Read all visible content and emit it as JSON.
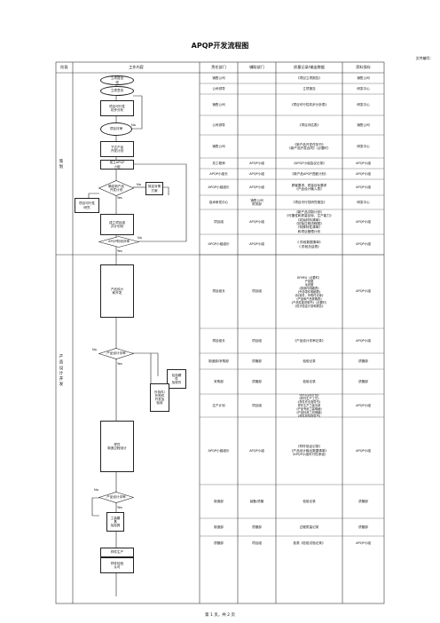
{
  "doc": {
    "title": "APQP开发流程图",
    "doc_no": "文件编号:",
    "footer": "第 1 页，共 2 页"
  },
  "columns": [
    "阶段",
    "工作内容",
    "责任部门",
    "辅助部门",
    "质量记录/输出数据",
    "资料保存"
  ],
  "stages": [
    "策划",
    "产品设计开发"
  ],
  "flow": {
    "n1": "立项提出\n或",
    "n2": "立项意向",
    "n3": "项目可行性\n初步分析",
    "n4": "项目评审",
    "n5": "下达产品\n开发计划",
    "n6": "成立APQP\n小组",
    "n7": "确定新产品\n开发计划",
    "n8": "拟定对策\n方案",
    "n9": "项目可行性\n研究",
    "n10": "成立项目组\n并计划划",
    "n11": "APQP阶段评审",
    "n12": "产品设计\n和开发",
    "n13": "产品设计评审",
    "n14": "包括硬\n件\n及软件",
    "n15": "外协件/\n外购件\n开发及\n验收",
    "n16": "样件\n制造过程设计",
    "n17": "产品设计评审",
    "n18": "工装模\n具\n及检具",
    "n19": "样件生产",
    "n20": "样件检验\n认可",
    "yes": "Yes",
    "no": "No"
  },
  "rows": [
    {
      "resp": "销售公司",
      "aux": "",
      "rec": "《项目立项报告》",
      "keep": "销售公司"
    },
    {
      "resp": "公司领导",
      "aux": "",
      "rec": "立项报告",
      "keep": "研发中心"
    },
    {
      "resp": "销售公司",
      "aux": "",
      "rec": "《项目可行性初步分析表》",
      "keep": "研发中心"
    },
    {
      "resp": "公司领导",
      "aux": "",
      "rec": "《项目评估表》",
      "keep": "销售公司"
    },
    {
      "resp": "销售公司",
      "aux": "",
      "rec": "《新产品开发任务书》\n《新产品开发合同》（必要时）",
      "keep": "研发中心"
    },
    {
      "resp": "总工程师",
      "aux": "APQP小组",
      "rec": "《APQP小组会议记录》",
      "keep": "APQP小组"
    },
    {
      "resp": "APQP小组长",
      "aux": "APQP小组",
      "rec": "《新产品APQP进度计划》",
      "keep": "APQP小组"
    },
    {
      "resp": "APQP小组组长",
      "aux": "APQP小组",
      "rec": "顾客要求、质量目标要求\n《产品设计输入表》",
      "keep": "APQP小组"
    },
    {
      "resp": "技术研发中心",
      "aux": "销售公司\n财务部",
      "rec": "《项目可行性研究报告》",
      "keep": "研发中心"
    },
    {
      "resp": "项目组",
      "aux": "APQP小组",
      "rec": "《新产品试制计划》\n《可靠性和质量目标、生产能力》\n《初始材料清单》\n《初始过程流程图》\n《特殊特性清单》\n和项目管理计划",
      "keep": "APQP小组"
    },
    {
      "resp": "APQP小组组长",
      "aux": "APQP小组",
      "rec": "《 阶段数据清单》\n《 阶段总结表》",
      "keep": "APQP小组"
    },
    {
      "resp": "项目组长",
      "aux": "项目组",
      "rec": "DFMEA（必要时）\n产品图\n毛坯图\n《零部件明细表》\n《外协零件明细表》\n《标准件、外购件清单》\n《产品和产品规格表》\n《产品性能说明书》（必要时）\n《设计验证计划和报告》",
      "keep": "APQP小组"
    },
    {
      "resp": "项目组长",
      "aux": "项目组",
      "rec": "《产品设计评审记录》",
      "keep": "APQP小组"
    },
    {
      "resp": "制造部/采购部",
      "aux": "质管部",
      "rec": "检验记录",
      "keep": "质管部"
    },
    {
      "resp": "采购部",
      "aux": "质管部",
      "rec": "检验记录",
      "keep": "质管部"
    },
    {
      "resp": "生产计划",
      "aux": "项目组",
      "rec": "《过程流程图》\n《样件控制计划》\n《样件生产工艺》\n《样件作业指导书》\n样件生产工装清单\n《产品专用工装明细》\n《产品标准工具明细》\n《样件检验指导书》\n《产品材料清单》",
      "keep": "APQP小组"
    },
    {
      "resp": "APQP小组组长",
      "aux": "APQP小组",
      "rec": "《样件验证记录》\n《产品设计输出数据清单》\n（APQP小组可行性承诺）",
      "keep": "APQP小组"
    },
    {
      "resp": "制造部",
      "aux": "装备/质管",
      "rec": "检验记录",
      "keep": "质管部"
    },
    {
      "resp": "制造部",
      "aux": "质管部",
      "rec": "过程质量记录",
      "keep": "质管部"
    },
    {
      "resp": "质管部",
      "aux": "项目组",
      "rec": "各类《检验试验记录》",
      "keep": "APQP小组"
    }
  ]
}
